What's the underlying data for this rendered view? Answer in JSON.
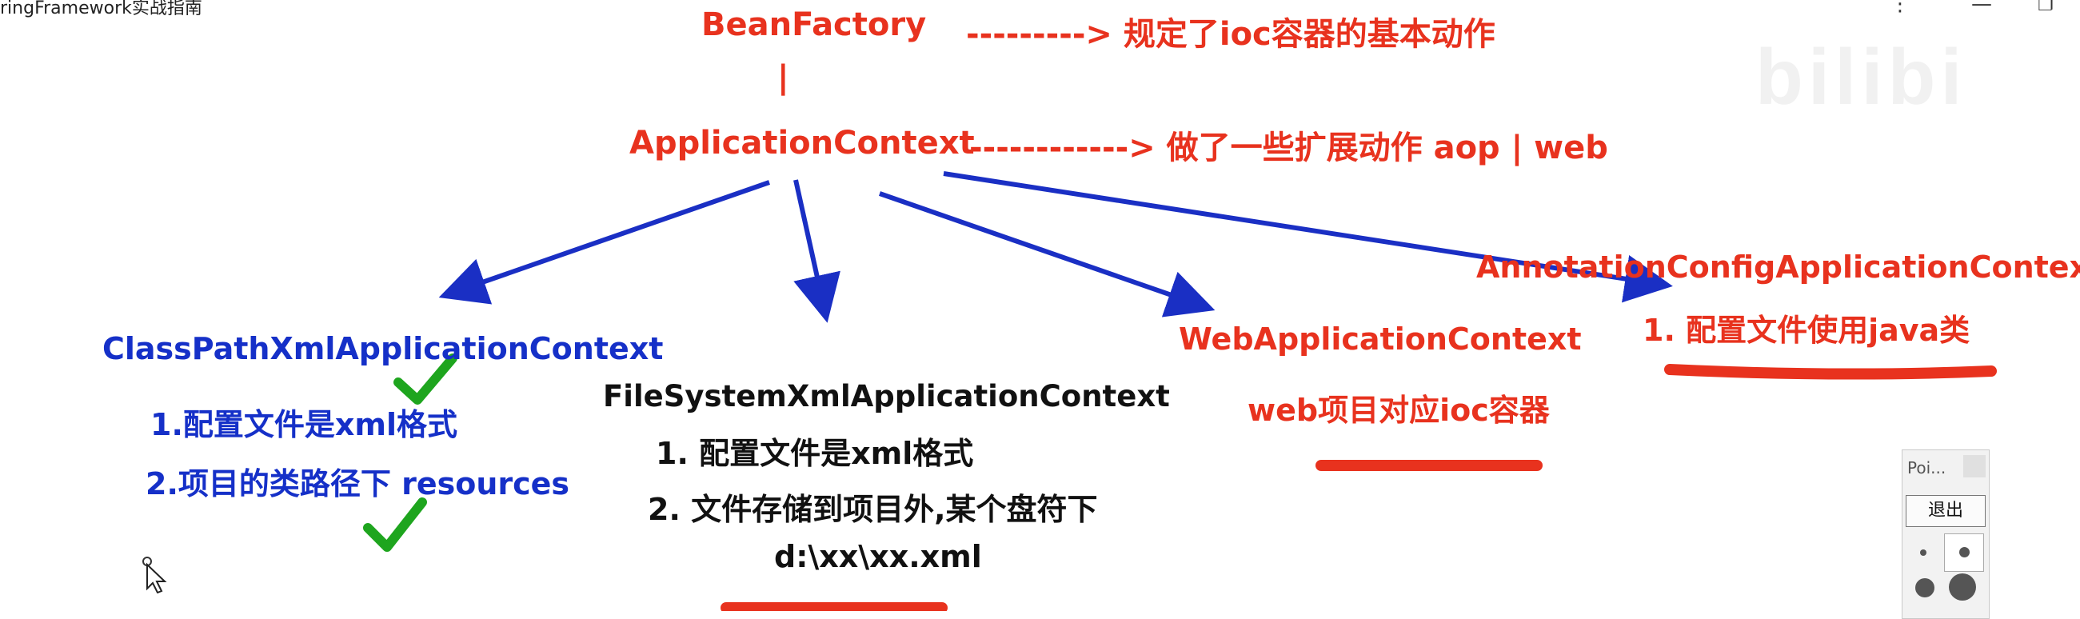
{
  "window": {
    "title": "ringFramework实战指南"
  },
  "diagram": {
    "bean_factory": {
      "label": "BeanFactory",
      "note": "---------> 规定了ioc容器的基本动作"
    },
    "connector": "|",
    "application_context": {
      "label": "ApplicationContext",
      "note": "------------> 做了一些扩展动作 aop  | web"
    },
    "classpath_ctx": {
      "label": "ClassPathXmlApplicationContext",
      "item1": "1.配置文件是xml格式",
      "item2": "2.项目的类路径下 resources"
    },
    "filesystem_ctx": {
      "label": "FileSystemXmlApplicationContext",
      "item1": "1. 配置文件是xml格式",
      "item2": "2. 文件存储到项目外,某个盘符下",
      "item3": "d:\\xx\\xx.xml"
    },
    "web_ctx": {
      "label": "WebApplicationContext",
      "item1": "web项目对应ioc容器"
    },
    "annotation_ctx": {
      "label": "AnnotationConfigApplicationContext",
      "item1": "1. 配置文件使用java类"
    }
  },
  "tool_panel": {
    "title": "Poi...",
    "exit_label": "退出"
  },
  "colors": {
    "red": "#e8321e",
    "blue": "#1530c8",
    "arrow": "#1a2fc4",
    "check": "#1ea51e"
  }
}
